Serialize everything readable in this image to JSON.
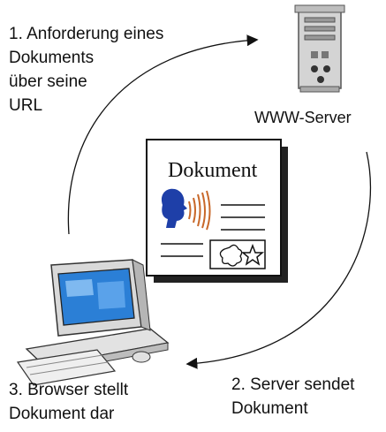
{
  "steps": {
    "step1": "1. Anforderung eines\nDokuments\nüber seine\nURL",
    "step2": "2. Server sendet\nDokument",
    "step3": "3. Browser stellt\nDokument dar"
  },
  "server": {
    "label": "WWW-Server",
    "icon": "server-tower-icon"
  },
  "document": {
    "title": "Dokument",
    "icon": "document-page-icon"
  },
  "browser": {
    "icon": "desktop-computer-icon"
  },
  "colors": {
    "screen": "#2b7fd6",
    "head": "#1e3fa8",
    "waves": "#c8682a",
    "stroke": "#111111"
  }
}
